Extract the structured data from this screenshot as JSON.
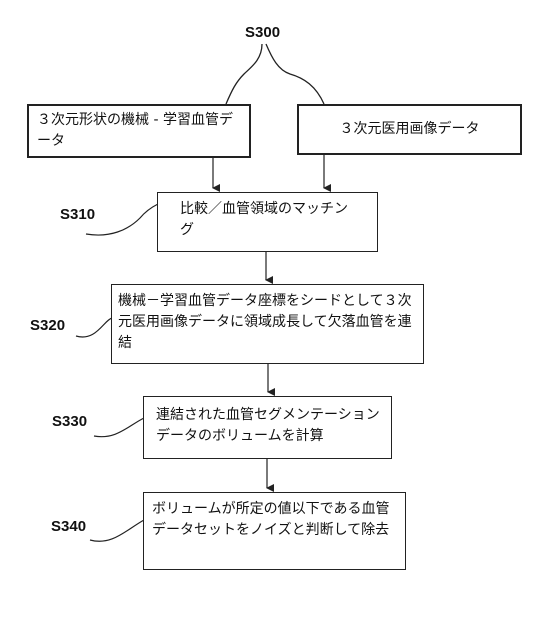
{
  "step_labels": {
    "s300": "S300",
    "s310": "S310",
    "s320": "S320",
    "s330": "S330",
    "s340": "S340"
  },
  "input_boxes": {
    "ml_data": "３次元形状の機械 - 学習血管データ",
    "medical_image": "３次元医用画像データ"
  },
  "process_boxes": {
    "s310": "比較／血管領域のマッチング",
    "s320": "機械－学習血管データ座標をシードとして３次元医用画像データに領域成長して欠落血管を連結",
    "s330": "連結された血管セグメンテーションデータのボリュームを計算",
    "s340": "ボリュームが所定の値以下である血管データセットをノイズと判断して除去"
  },
  "colors": {
    "line": "#222222",
    "text": "#111111",
    "background": "#ffffff"
  }
}
